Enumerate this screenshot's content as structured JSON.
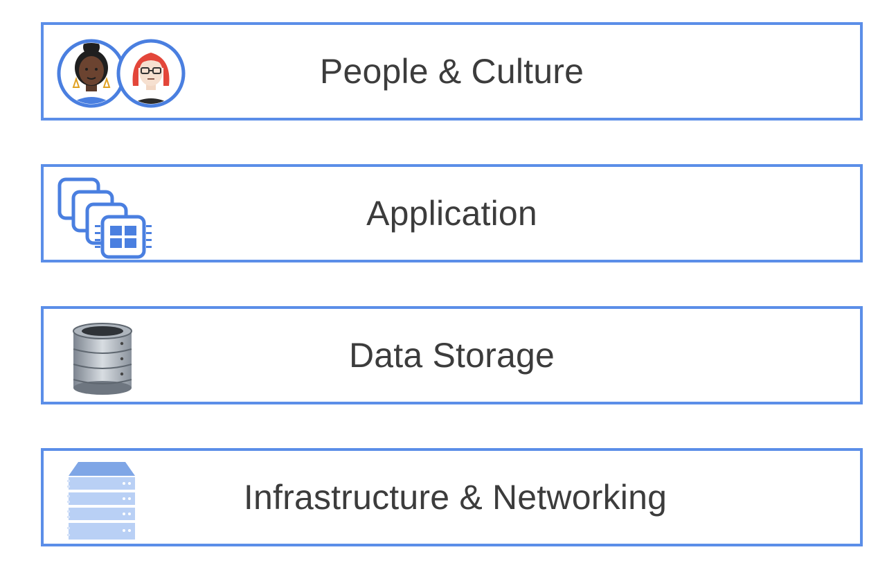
{
  "layers": [
    {
      "label": "People & Culture",
      "icon": "people-avatars-icon"
    },
    {
      "label": "Application",
      "icon": "application-containers-icon"
    },
    {
      "label": "Data Storage",
      "icon": "database-icon"
    },
    {
      "label": "Infrastructure & Networking",
      "icon": "server-rack-icon"
    }
  ],
  "colors": {
    "border": "#5b8ee8",
    "text": "#3c3c3c",
    "icon_blue": "#4a7fe0",
    "icon_light_blue": "#aac8f5"
  }
}
